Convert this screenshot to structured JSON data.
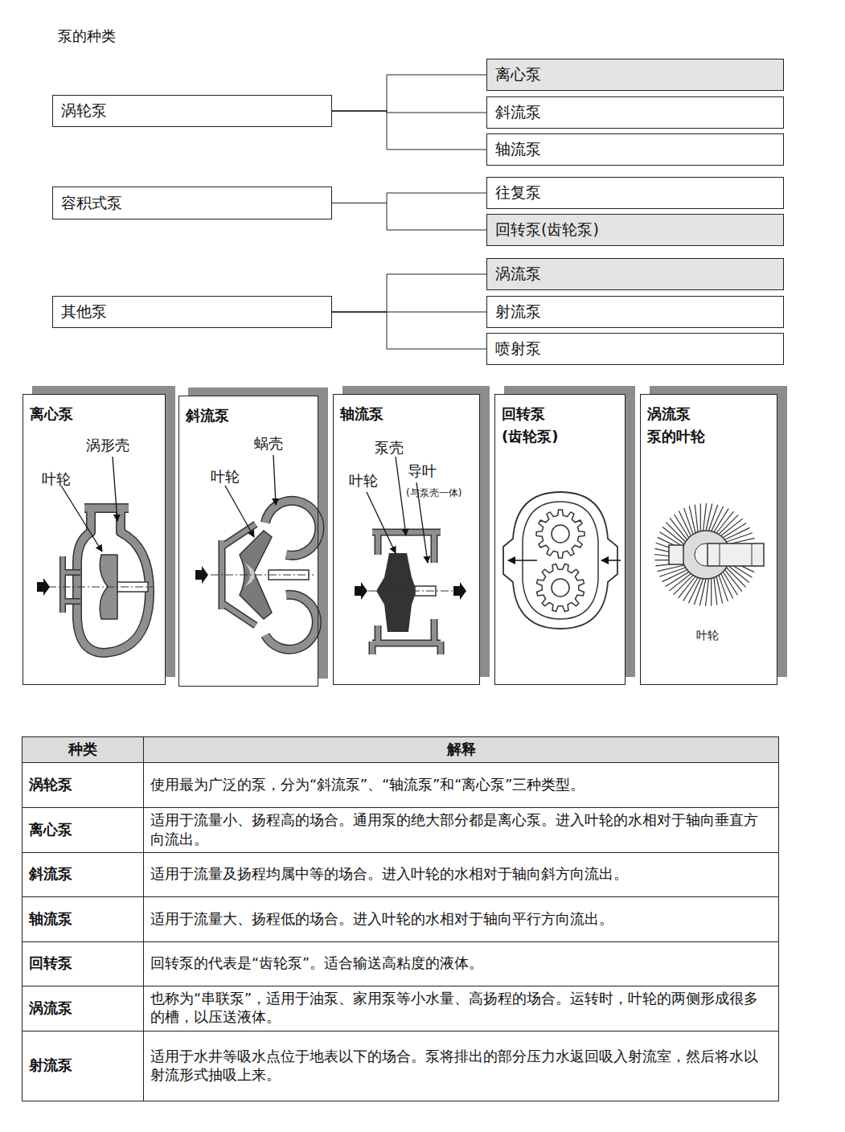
{
  "diagram": {
    "title": "泵的种类",
    "nodes": [
      {
        "text": [
          "涡轮泵"
        ]
      },
      {
        "text": [
          "离心泵"
        ]
      },
      {
        "text": [
          "斜流泵"
        ]
      },
      {
        "text": [
          "轴流泵"
        ]
      },
      {
        "text": [
          "容积式泵"
        ]
      },
      {
        "text": [
          "往复泵"
        ]
      },
      {
        "text": [
          "回转泵(齿轮泵)"
        ]
      },
      {
        "text": [
          "其他泵"
        ]
      },
      {
        "text": [
          "涡流泵"
        ]
      },
      {
        "text": [
          "射流泵"
        ]
      },
      {
        "text": [
          "喷射泵"
        ]
      },
      {
        "text": [
          "离心泵"
        ]
      },
      {
        "text": [
          "斜流泵"
        ]
      },
      {
        "text": [
          "轴流泵"
        ]
      },
      {
        "text": [
          "回转泵 (齿轮泵)"
        ]
      },
      {
        "text": [
          "涡流泵 泵的叶轮"
        ]
      }
    ],
    "edges": [
      {
        "from": 0,
        "to": 1,
        "arrow": "none"
      },
      {
        "from": 0,
        "to": 2,
        "arrow": "none"
      },
      {
        "from": 0,
        "to": 3,
        "arrow": "none"
      },
      {
        "from": 4,
        "to": 5,
        "arrow": "none"
      },
      {
        "from": 4,
        "to": 6,
        "arrow": "none"
      },
      {
        "from": 7,
        "to": 8,
        "arrow": "none"
      },
      {
        "from": 7,
        "to": 9,
        "arrow": "none"
      },
      {
        "from": 7,
        "to": 10,
        "arrow": "none"
      }
    ],
    "labels": [
      "涡形壳",
      "叶轮",
      "蜗壳",
      "叶轮",
      "泵壳",
      "导叶",
      "(与泵壳一体)",
      "叶轮",
      "叶轮",
      "种类",
      "解释",
      "涡轮泵",
      "使用最为广泛的泵，分为“斜流泵”、“轴流泵”和“离心泵”三种类型。",
      "离心泵",
      "适用于流量小、扬程高的场合。通用泵的绝大部分都是离心泵。进入叶轮的水相对于轴向垂直方向流出。",
      "斜流泵",
      "适用于流量及扬程均属中等的场合。进入叶轮的水相对于轴向斜方向流出。",
      "轴流泵",
      "适用于流量大、扬程低的场合。进入叶轮的水相对于轴向平行方向流出。",
      "回转泵",
      "回转泵的代表是“齿轮泵”。适合输送高粘度的液体。",
      "涡流泵",
      "也称为“串联泵”，适用于油泵、家用泵等小水量、高扬程的场合。运转时，叶轮的两侧形成很多的槽，以压送液体。",
      "射流泵",
      "适用于水井等吸水点位于地表以下的场合。泵将排出的部分压力水返回吸入射流室，然后将水以射流形式抽吸上来。"
    ]
  }
}
